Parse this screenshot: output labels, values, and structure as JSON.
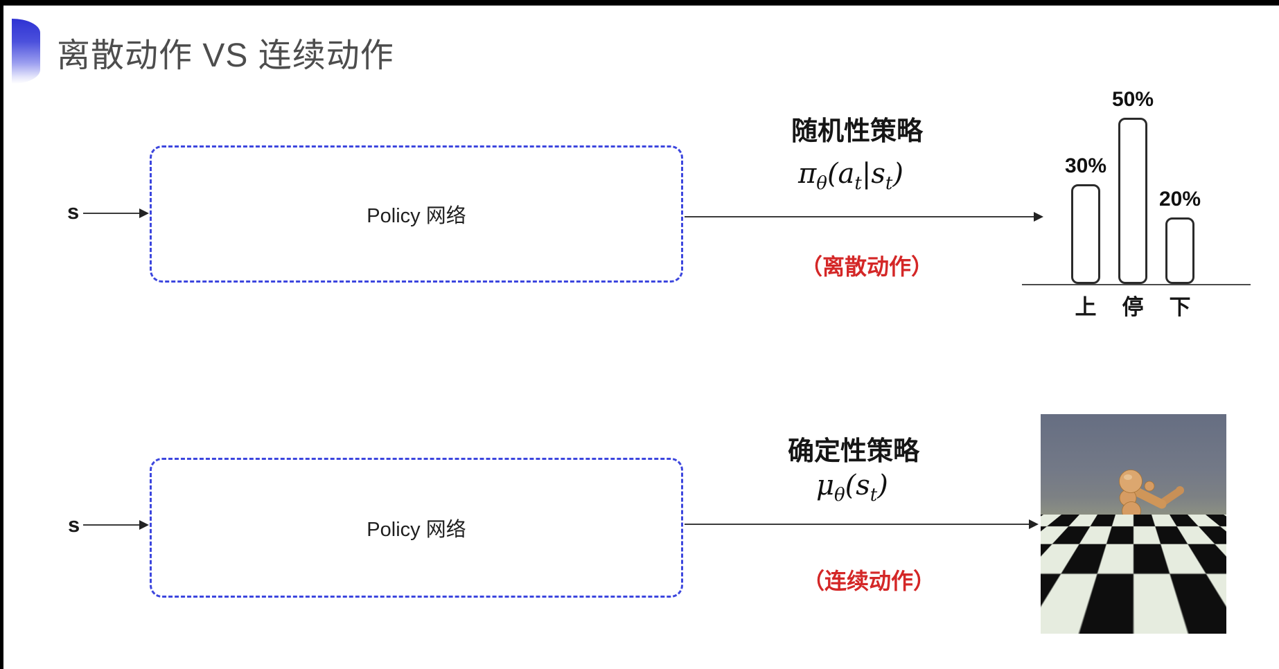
{
  "page": {
    "title": "离散动作 VS 连续动作"
  },
  "rows": [
    {
      "input_label": "s",
      "box_label": "Policy 网络",
      "policy_type": "随机性策略",
      "formula_text": "π_θ(a_t|s_t)",
      "formula": {
        "p1": "π",
        "s1": "θ",
        "p2": "(a",
        "s2": "t",
        "p3": "|s",
        "s3": "t",
        "p4": ")"
      },
      "action_note": "（离散动作）"
    },
    {
      "input_label": "s",
      "box_label": "Policy 网络",
      "policy_type": "确定性策略",
      "formula_text": "μ_θ(s_t)",
      "formula": {
        "p1": "μ",
        "s1": "θ",
        "p2": "(s",
        "s2": "t",
        "p3": ")"
      },
      "action_note": "（连续动作）"
    }
  ],
  "chart_data": {
    "type": "bar",
    "categories": [
      "上",
      "停",
      "下"
    ],
    "values": [
      30,
      50,
      20
    ],
    "value_labels": [
      "30%",
      "50%",
      "20%"
    ],
    "ylim": [
      0,
      100
    ],
    "grid": false,
    "legend": false,
    "bar_fill": "#ffffff",
    "bar_border": "#2b2b2b"
  },
  "colors": {
    "accent_blue_dash": "#3c46de",
    "note_red": "#d42727",
    "title_gray": "#4d4d4d",
    "bullet_blue": "#2e32d3",
    "arrow_dark": "#232323"
  }
}
